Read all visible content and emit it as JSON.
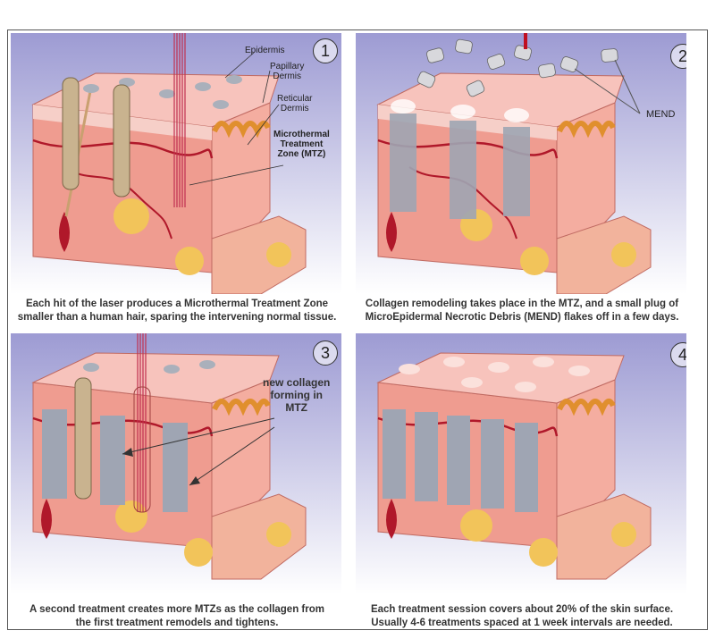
{
  "panels": [
    {
      "number": "1",
      "labels": {
        "epidermis": "Epidermis",
        "papillary": "Papillary\nDermis",
        "reticular": "Reticular\nDermis",
        "mtz": "Microthermal\nTreatment\nZone (MTZ)"
      },
      "caption": "Each hit of the laser produces a Microthermal Treatment Zone\nsmaller than a human hair, sparing the intervening normal tissue."
    },
    {
      "number": "2",
      "labels": {
        "mend": "MEND"
      },
      "caption": "Collagen remodeling takes place in the MTZ, and a small plug of\nMicroEpidermal Necrotic Debris (MEND) flakes off in a few days."
    },
    {
      "number": "3",
      "labels": {
        "collagen": "new collagen\nforming in\nMTZ"
      },
      "caption": "A second treatment creates more MTZs as the collagen from\nthe first treatment remodels and tightens."
    },
    {
      "number": "4",
      "labels": {},
      "caption": "Each treatment session covers about 20% of the skin surface.\nUsually 4-6 treatments spaced at 1 week intervals are needed."
    }
  ],
  "colors": {
    "background_top": "#a7a6d6",
    "epidermis": "#f3b5a9",
    "dermis": "#f0a497",
    "fat": "#f2c45a",
    "vessel": "#b0182a",
    "mtz_column": "#9fa5b3",
    "probe": "#c9b38f"
  }
}
